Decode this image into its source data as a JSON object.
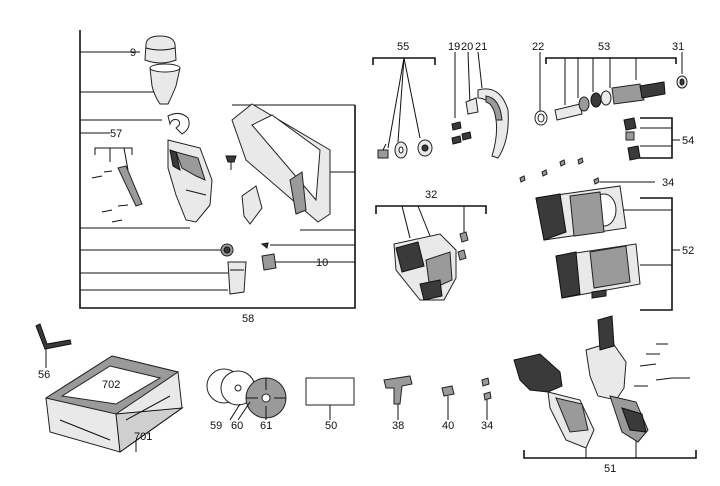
{
  "labels": {
    "l9": "9",
    "l57": "57",
    "l10": "10",
    "l58": "58",
    "l55": "55",
    "l19": "19",
    "l20": "20",
    "l21": "21",
    "l22": "22",
    "l53": "53",
    "l31": "31",
    "l54": "54",
    "l34a": "34",
    "l32": "32",
    "l52": "52",
    "l56": "56",
    "l702": "702",
    "l701": "701",
    "l59": "59",
    "l60": "60",
    "l61": "61",
    "l50": "50",
    "l38": "38",
    "l40": "40",
    "l34b": "34",
    "l51": "51"
  }
}
